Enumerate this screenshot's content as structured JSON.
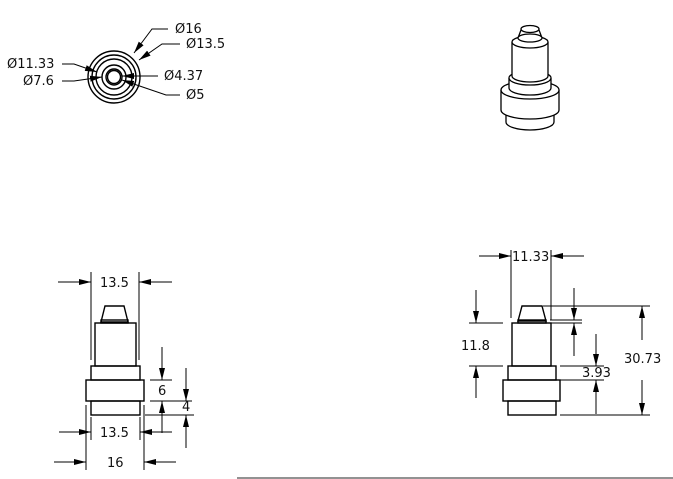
{
  "drawing": {
    "title_line_color": "#6e6e6e",
    "line_color": "#000000",
    "top_view": {
      "labels": {
        "d16": "Ø16",
        "d13_5": "Ø13.5",
        "d11_33": "Ø11.33",
        "d7_6": "Ø7.6",
        "d4_37": "Ø4.37",
        "d5": "Ø5"
      }
    },
    "front_view": {
      "labels": {
        "top_width": "13.5",
        "collar_width": "13.5",
        "flange_width": "16",
        "flange_height": "6",
        "ring_height": "4"
      }
    },
    "side_view": {
      "labels": {
        "shaft_width": "11.33",
        "shaft_height": "11.8",
        "collar_height": "3.93",
        "total_height": "30.73"
      }
    },
    "iso_view": {
      "description": "isometric-view"
    }
  }
}
